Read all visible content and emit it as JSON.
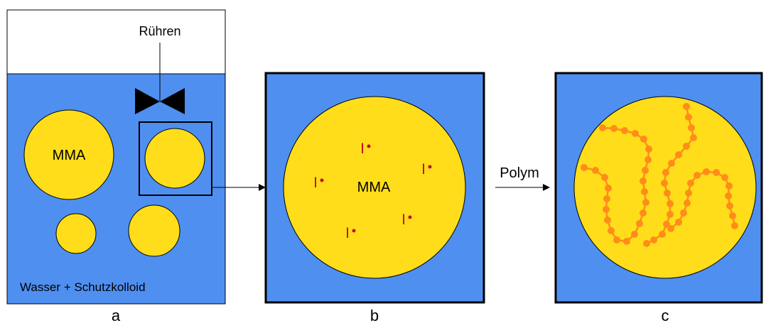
{
  "colors": {
    "water": "#4f8ff0",
    "droplet": "#ffdd1a",
    "initiator": "#c0102a",
    "polymer": "#ff8c1a",
    "outline": "#000000"
  },
  "panel_a": {
    "stir_label": "Rühren",
    "droplet_label": "MMA",
    "medium_label": "Wasser + Schutzkolloid",
    "caption": "a"
  },
  "panel_b": {
    "droplet_label": "MMA",
    "initiator_symbol": "I",
    "caption": "b"
  },
  "panel_c": {
    "caption": "c"
  },
  "arrow_label": "Polym"
}
